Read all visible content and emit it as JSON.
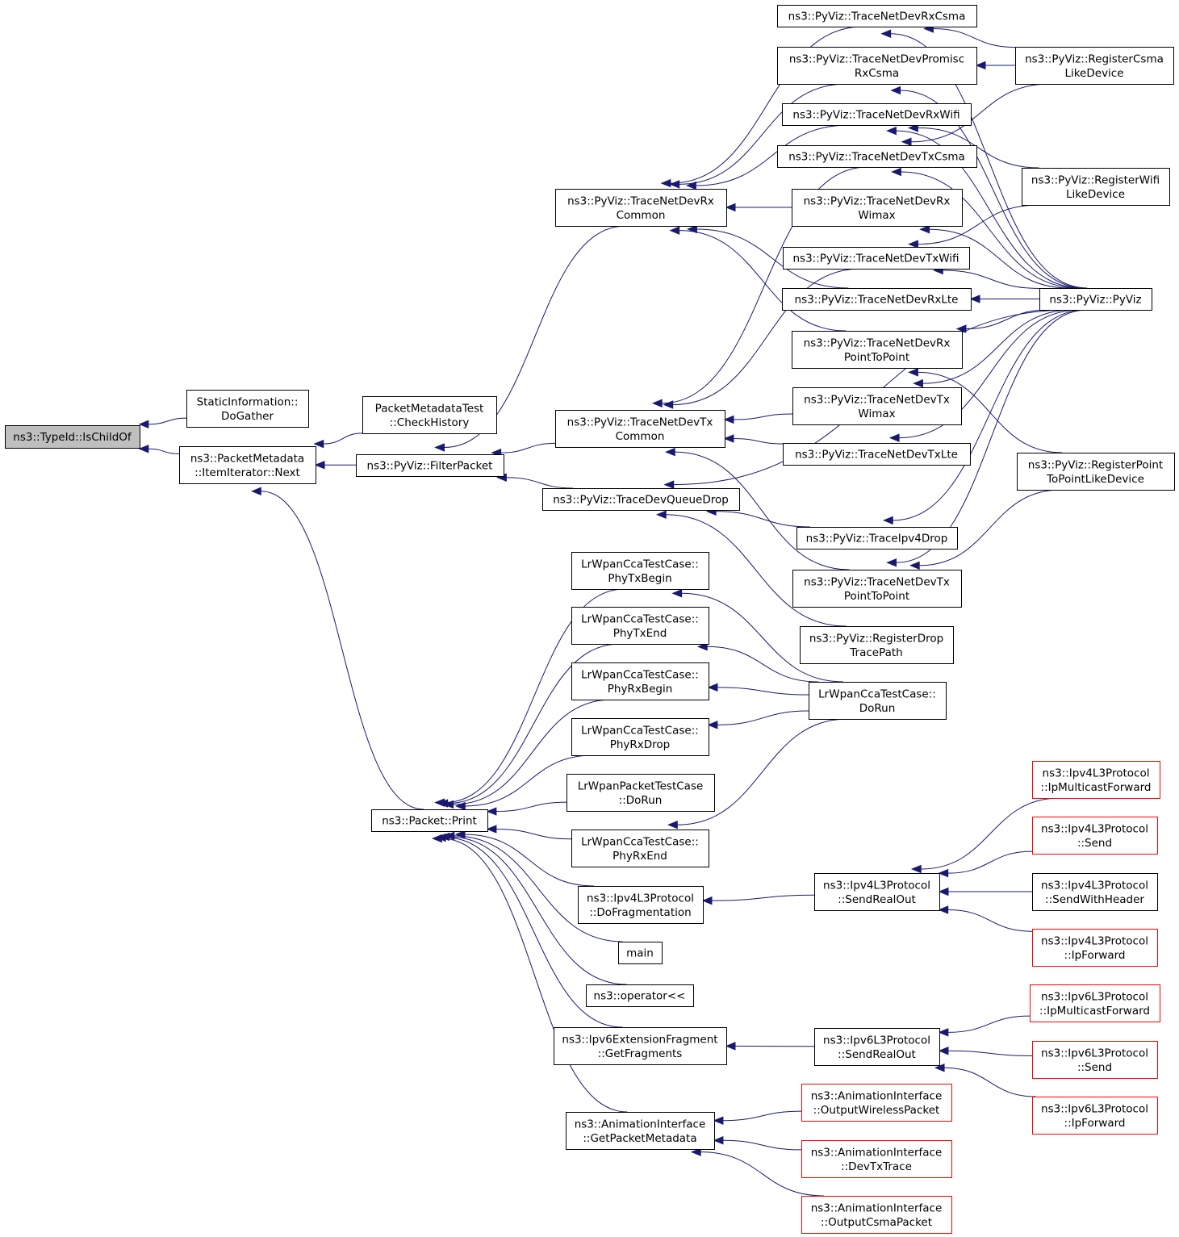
{
  "colors": {
    "edge": "#191970",
    "node_border": "#000000",
    "incomplete_border": "#ff0000",
    "focus_fill": "#bfbfbf"
  },
  "nodes": [
    {
      "id": "ischildof",
      "lines": [
        "ns3::TypeId::IsChildOf"
      ],
      "style": "gray"
    },
    {
      "id": "staticinfo",
      "lines": [
        "StaticInformation::",
        "DoGather"
      ]
    },
    {
      "id": "next",
      "lines": [
        "ns3::PacketMetadata",
        "::ItemIterator::Next"
      ]
    },
    {
      "id": "checkhistory",
      "lines": [
        "PacketMetadataTest",
        "::CheckHistory"
      ]
    },
    {
      "id": "filterpacket",
      "lines": [
        "ns3::PyViz::FilterPacket"
      ]
    },
    {
      "id": "rxcommon",
      "lines": [
        "ns3::PyViz::TraceNetDevRx",
        "Common"
      ]
    },
    {
      "id": "txcommon",
      "lines": [
        "ns3::PyViz::TraceNetDevTx",
        "Common"
      ]
    },
    {
      "id": "queuedrop",
      "lines": [
        "ns3::PyViz::TraceDevQueueDrop"
      ]
    },
    {
      "id": "rxcsma",
      "lines": [
        "ns3::PyViz::TraceNetDevRxCsma"
      ]
    },
    {
      "id": "promisc",
      "lines": [
        "ns3::PyViz::TraceNetDevPromisc",
        "RxCsma"
      ]
    },
    {
      "id": "rxwifi",
      "lines": [
        "ns3::PyViz::TraceNetDevRxWifi"
      ]
    },
    {
      "id": "txcsma",
      "lines": [
        "ns3::PyViz::TraceNetDevTxCsma"
      ]
    },
    {
      "id": "rxwimax",
      "lines": [
        "ns3::PyViz::TraceNetDevRx",
        "Wimax"
      ]
    },
    {
      "id": "txwifi",
      "lines": [
        "ns3::PyViz::TraceNetDevTxWifi"
      ]
    },
    {
      "id": "rxlte",
      "lines": [
        "ns3::PyViz::TraceNetDevRxLte"
      ]
    },
    {
      "id": "rxp2p",
      "lines": [
        "ns3::PyViz::TraceNetDevRx",
        "PointToPoint"
      ]
    },
    {
      "id": "txwimax",
      "lines": [
        "ns3::PyViz::TraceNetDevTx",
        "Wimax"
      ]
    },
    {
      "id": "txlte",
      "lines": [
        "ns3::PyViz::TraceNetDevTxLte"
      ]
    },
    {
      "id": "ipv4drop",
      "lines": [
        "ns3::PyViz::TraceIpv4Drop"
      ]
    },
    {
      "id": "txp2p",
      "lines": [
        "ns3::PyViz::TraceNetDevTx",
        "PointToPoint"
      ]
    },
    {
      "id": "registerdrop",
      "lines": [
        "ns3::PyViz::RegisterDrop",
        "TracePath"
      ]
    },
    {
      "id": "regcsma",
      "lines": [
        "ns3::PyViz::RegisterCsma",
        "LikeDevice"
      ]
    },
    {
      "id": "regwifi",
      "lines": [
        "ns3::PyViz::RegisterWifi",
        "LikeDevice"
      ]
    },
    {
      "id": "pyviz",
      "lines": [
        "ns3::PyViz::PyViz"
      ]
    },
    {
      "id": "regp2p",
      "lines": [
        "ns3::PyViz::RegisterPoint",
        "ToPointLikeDevice"
      ]
    },
    {
      "id": "packetprint",
      "lines": [
        "ns3::Packet::Print"
      ]
    },
    {
      "id": "phytxbegin",
      "lines": [
        "LrWpanCcaTestCase::",
        "PhyTxBegin"
      ]
    },
    {
      "id": "phytxend",
      "lines": [
        "LrWpanCcaTestCase::",
        "PhyTxEnd"
      ]
    },
    {
      "id": "phyrxbegin",
      "lines": [
        "LrWpanCcaTestCase::",
        "PhyRxBegin"
      ]
    },
    {
      "id": "phyrxdrop",
      "lines": [
        "LrWpanCcaTestCase::",
        "PhyRxDrop"
      ]
    },
    {
      "id": "packetdorun",
      "lines": [
        "LrWpanPacketTestCase",
        "::DoRun"
      ]
    },
    {
      "id": "phyrxend",
      "lines": [
        "LrWpanCcaTestCase::",
        "PhyRxEnd"
      ]
    },
    {
      "id": "ccadorun",
      "lines": [
        "LrWpanCcaTestCase::",
        "DoRun"
      ]
    },
    {
      "id": "dofrag",
      "lines": [
        "ns3::Ipv4L3Protocol",
        "::DoFragmentation"
      ]
    },
    {
      "id": "main",
      "lines": [
        "main"
      ]
    },
    {
      "id": "operator",
      "lines": [
        "ns3::operator<<"
      ]
    },
    {
      "id": "getfrag",
      "lines": [
        "ns3::Ipv6ExtensionFragment",
        "::GetFragments"
      ]
    },
    {
      "id": "getmeta",
      "lines": [
        "ns3::AnimationInterface",
        "::GetPacketMetadata"
      ]
    },
    {
      "id": "ipv4sendreal",
      "lines": [
        "ns3::Ipv4L3Protocol",
        "::SendRealOut"
      ]
    },
    {
      "id": "ipv4mcast",
      "lines": [
        "ns3::Ipv4L3Protocol",
        "::IpMulticastForward"
      ],
      "style": "red"
    },
    {
      "id": "ipv4send",
      "lines": [
        "ns3::Ipv4L3Protocol",
        "::Send"
      ],
      "style": "red"
    },
    {
      "id": "ipv4sendhdr",
      "lines": [
        "ns3::Ipv4L3Protocol",
        "::SendWithHeader"
      ]
    },
    {
      "id": "ipv4fwd",
      "lines": [
        "ns3::Ipv4L3Protocol",
        "::IpForward"
      ],
      "style": "red"
    },
    {
      "id": "ipv6sendreal",
      "lines": [
        "ns3::Ipv6L3Protocol",
        "::SendRealOut"
      ]
    },
    {
      "id": "ipv6mcast",
      "lines": [
        "ns3::Ipv6L3Protocol",
        "::IpMulticastForward"
      ],
      "style": "red"
    },
    {
      "id": "ipv6send",
      "lines": [
        "ns3::Ipv6L3Protocol",
        "::Send"
      ],
      "style": "red"
    },
    {
      "id": "ipv6fwd",
      "lines": [
        "ns3::Ipv6L3Protocol",
        "::IpForward"
      ],
      "style": "red"
    },
    {
      "id": "outwireless",
      "lines": [
        "ns3::AnimationInterface",
        "::OutputWirelessPacket"
      ],
      "style": "red"
    },
    {
      "id": "devtxtrace",
      "lines": [
        "ns3::AnimationInterface",
        "::DevTxTrace"
      ],
      "style": "red"
    },
    {
      "id": "outcsma",
      "lines": [
        "ns3::AnimationInterface",
        "::OutputCsmaPacket"
      ],
      "style": "red"
    }
  ],
  "edges": [
    [
      "staticinfo",
      "ischildof"
    ],
    [
      "next",
      "ischildof"
    ],
    [
      "checkhistory",
      "next"
    ],
    [
      "filterpacket",
      "next"
    ],
    [
      "packetprint",
      "next"
    ],
    [
      "rxcommon",
      "filterpacket"
    ],
    [
      "txcommon",
      "filterpacket"
    ],
    [
      "queuedrop",
      "filterpacket"
    ],
    [
      "rxcsma",
      "rxcommon"
    ],
    [
      "promisc",
      "rxcommon"
    ],
    [
      "rxwifi",
      "rxcommon"
    ],
    [
      "rxwimax",
      "rxcommon"
    ],
    [
      "rxlte",
      "rxcommon"
    ],
    [
      "rxp2p",
      "rxcommon"
    ],
    [
      "txcsma",
      "txcommon"
    ],
    [
      "txwifi",
      "txcommon"
    ],
    [
      "txwimax",
      "txcommon"
    ],
    [
      "txlte",
      "txcommon"
    ],
    [
      "txp2p",
      "txcommon"
    ],
    [
      "ipv4drop",
      "queuedrop"
    ],
    [
      "registerdrop",
      "queuedrop"
    ],
    [
      "pyviz",
      "queuedrop"
    ],
    [
      "regcsma",
      "rxcsma"
    ],
    [
      "regcsma",
      "promisc"
    ],
    [
      "regcsma",
      "txcsma"
    ],
    [
      "regwifi",
      "rxwifi"
    ],
    [
      "regwifi",
      "txwifi"
    ],
    [
      "regp2p",
      "rxp2p"
    ],
    [
      "regp2p",
      "txp2p"
    ],
    [
      "pyviz",
      "rxcsma"
    ],
    [
      "pyviz",
      "promisc"
    ],
    [
      "pyviz",
      "rxwifi"
    ],
    [
      "pyviz",
      "txcsma"
    ],
    [
      "pyviz",
      "rxwimax"
    ],
    [
      "pyviz",
      "txwifi"
    ],
    [
      "pyviz",
      "rxlte"
    ],
    [
      "pyviz",
      "rxp2p"
    ],
    [
      "pyviz",
      "txwimax"
    ],
    [
      "pyviz",
      "txlte"
    ],
    [
      "pyviz",
      "ipv4drop"
    ],
    [
      "pyviz",
      "txp2p"
    ],
    [
      "phytxbegin",
      "packetprint"
    ],
    [
      "phytxend",
      "packetprint"
    ],
    [
      "phyrxbegin",
      "packetprint"
    ],
    [
      "phyrxdrop",
      "packetprint"
    ],
    [
      "packetdorun",
      "packetprint"
    ],
    [
      "phyrxend",
      "packetprint"
    ],
    [
      "dofrag",
      "packetprint"
    ],
    [
      "main",
      "packetprint"
    ],
    [
      "operator",
      "packetprint"
    ],
    [
      "getfrag",
      "packetprint"
    ],
    [
      "getmeta",
      "packetprint"
    ],
    [
      "ccadorun",
      "phytxbegin"
    ],
    [
      "ccadorun",
      "phytxend"
    ],
    [
      "ccadorun",
      "phyrxbegin"
    ],
    [
      "ccadorun",
      "phyrxdrop"
    ],
    [
      "ccadorun",
      "phyrxend"
    ],
    [
      "ipv4sendreal",
      "dofrag"
    ],
    [
      "ipv4mcast",
      "ipv4sendreal"
    ],
    [
      "ipv4send",
      "ipv4sendreal"
    ],
    [
      "ipv4sendhdr",
      "ipv4sendreal"
    ],
    [
      "ipv4fwd",
      "ipv4sendreal"
    ],
    [
      "ipv6sendreal",
      "getfrag"
    ],
    [
      "ipv6mcast",
      "ipv6sendreal"
    ],
    [
      "ipv6send",
      "ipv6sendreal"
    ],
    [
      "ipv6fwd",
      "ipv6sendreal"
    ],
    [
      "outwireless",
      "getmeta"
    ],
    [
      "devtxtrace",
      "getmeta"
    ],
    [
      "outcsma",
      "getmeta"
    ]
  ]
}
